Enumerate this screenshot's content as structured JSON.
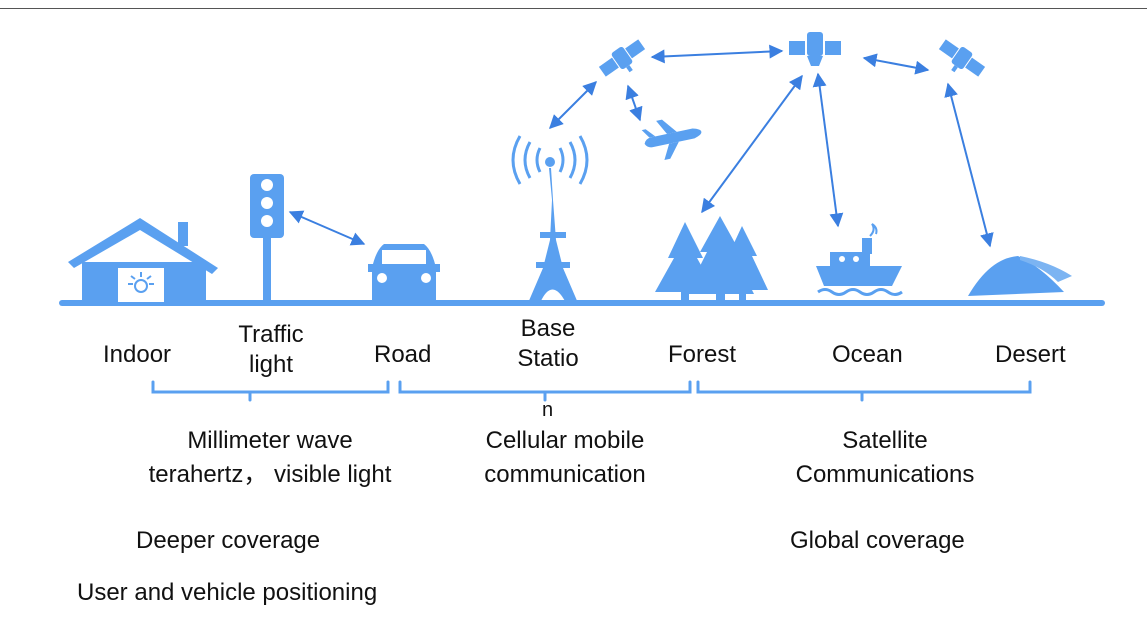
{
  "locations": {
    "indoor": "Indoor",
    "traffic_light_1": "Traffic",
    "traffic_light_2": "light",
    "road": "Road",
    "base_station_1": "Base",
    "base_station_2": "Statio",
    "base_station_3": "n",
    "forest": "Forest",
    "ocean": "Ocean",
    "desert": "Desert"
  },
  "groups": {
    "left": {
      "line1": "Millimeter wave",
      "line2": "terahertz， visible light"
    },
    "middle": {
      "line1": "Cellular mobile",
      "line2": "communication"
    },
    "right": {
      "line1": "Satellite",
      "line2": "Communications"
    }
  },
  "benefits": {
    "deeper": "Deeper coverage",
    "positioning": "User and vehicle positioning",
    "global": "Global coverage"
  },
  "colors": {
    "accent": "#5aa0f0",
    "arrow": "#3b7fe0",
    "text": "#111111"
  }
}
